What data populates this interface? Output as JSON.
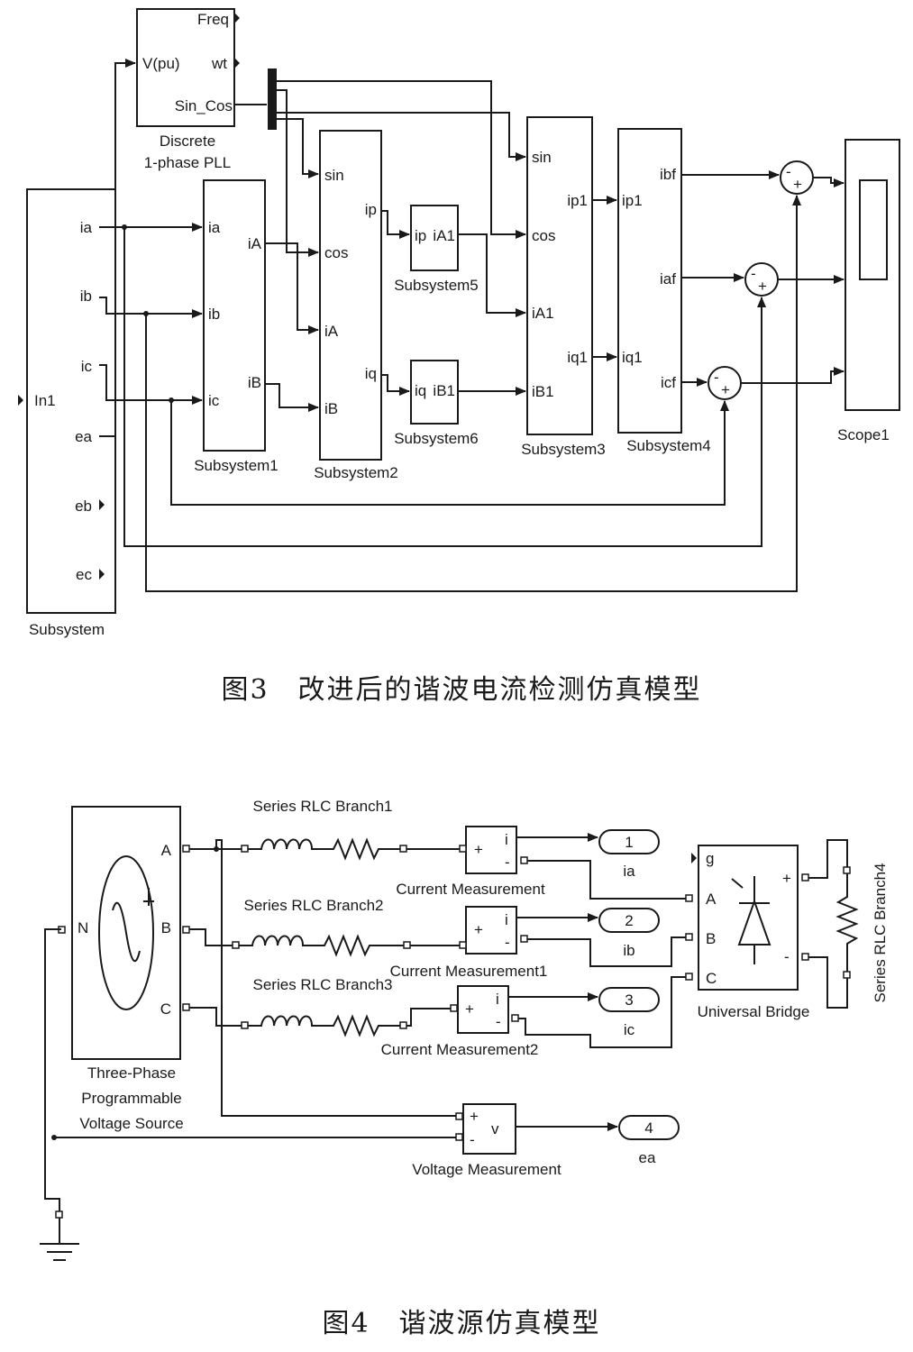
{
  "figure3": {
    "caption": "图3　改进后的谐波电流检测仿真模型",
    "pll": {
      "name_line1": "Discrete",
      "name_line2": "1-phase PLL",
      "in": "V(pu)",
      "out_freq": "Freq",
      "out_wt": "wt",
      "out_sincos": "Sin_Cos"
    },
    "subsystem": {
      "name": "Subsystem",
      "in": "In1",
      "outs": [
        "ia",
        "ib",
        "ic",
        "ea",
        "eb",
        "ec"
      ]
    },
    "subsystem1": {
      "name": "Subsystem1",
      "ins": [
        "ia",
        "ib",
        "ic"
      ],
      "outs": [
        "iA",
        "iB"
      ]
    },
    "subsystem2": {
      "name": "Subsystem2",
      "ins": [
        "sin",
        "cos",
        "iA",
        "iB"
      ],
      "outs": [
        "ip",
        "iq"
      ]
    },
    "subsystem5": {
      "name": "Subsystem5",
      "in": "ip",
      "out": "iA1"
    },
    "subsystem6": {
      "name": "Subsystem6",
      "in": "iq",
      "out": "iB1"
    },
    "subsystem3": {
      "name": "Subsystem3",
      "ins": [
        "sin",
        "cos",
        "iA1",
        "iB1"
      ],
      "outs": [
        "ip1",
        "iq1"
      ]
    },
    "subsystem4": {
      "name": "Subsystem4",
      "ins": [
        "ip1",
        "iq1"
      ],
      "outs": [
        "ibf",
        "iaf",
        "icf"
      ]
    },
    "scope": {
      "name": "Scope1"
    }
  },
  "figure4": {
    "caption": "图4　谐波源仿真模型",
    "source": {
      "name_line1": "Three-Phase",
      "name_line2": "Programmable",
      "name_line3": "Voltage Source",
      "ports": [
        "A",
        "B",
        "C",
        "N"
      ]
    },
    "rlc1": "Series RLC Branch1",
    "rlc2": "Series RLC Branch2",
    "rlc3": "Series RLC Branch3",
    "rlc4": "Series RLC Branch4",
    "cm1": "Current Measurement",
    "cm2": "Current Measurement1",
    "cm3": "Current Measurement2",
    "vm": "Voltage Measurement",
    "meas_in_plus": "+",
    "meas_in_minus": "-",
    "cm_out": "i",
    "vm_out": "v",
    "outports": [
      {
        "num": "1",
        "label": "ia"
      },
      {
        "num": "2",
        "label": "ib"
      },
      {
        "num": "3",
        "label": "ic"
      },
      {
        "num": "4",
        "label": "ea"
      }
    ],
    "bridge": {
      "name": "Universal Bridge",
      "ports": [
        "g",
        "A",
        "B",
        "C",
        "+",
        "-"
      ]
    }
  }
}
